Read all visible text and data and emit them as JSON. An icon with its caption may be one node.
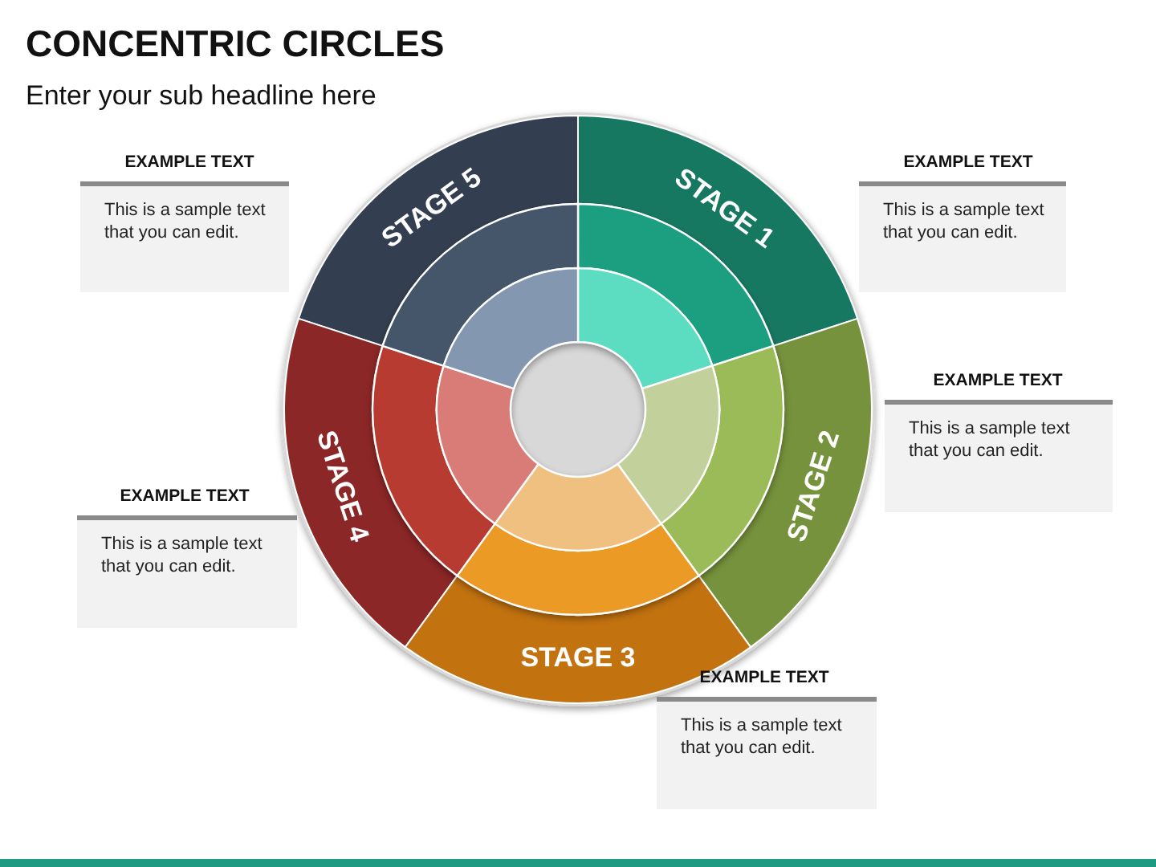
{
  "diagram": {
    "title": "CONCENTRIC CIRCLES",
    "nodes": [
      {
        "text": [
          "EXAMPLE TEXT",
          "This is a sample text that you can edit."
        ]
      },
      {
        "text": [
          "STAGE 5"
        ]
      },
      {
        "text": [
          "STAGE 1"
        ]
      },
      {
        "text": [
          "EXAMPLE TEXT",
          "This is a sample text that you can edit."
        ]
      },
      {
        "text": [
          "EXAMPLE TEXT",
          "This is a sample text that you can edit."
        ]
      },
      {
        "text": [
          "STAGE 4"
        ]
      },
      {
        "text": [
          "STAGE 2"
        ]
      },
      {
        "text": [
          "EXAMPLE TEXT",
          "This is a sample text that you can edit."
        ]
      },
      {
        "text": [
          "STAGE 3"
        ]
      },
      {
        "text": [
          "EXAMPLE TEXT",
          "This is a sample text that you can edit."
        ]
      }
    ],
    "labels": [
      "Enter your sub headline here"
    ]
  }
}
